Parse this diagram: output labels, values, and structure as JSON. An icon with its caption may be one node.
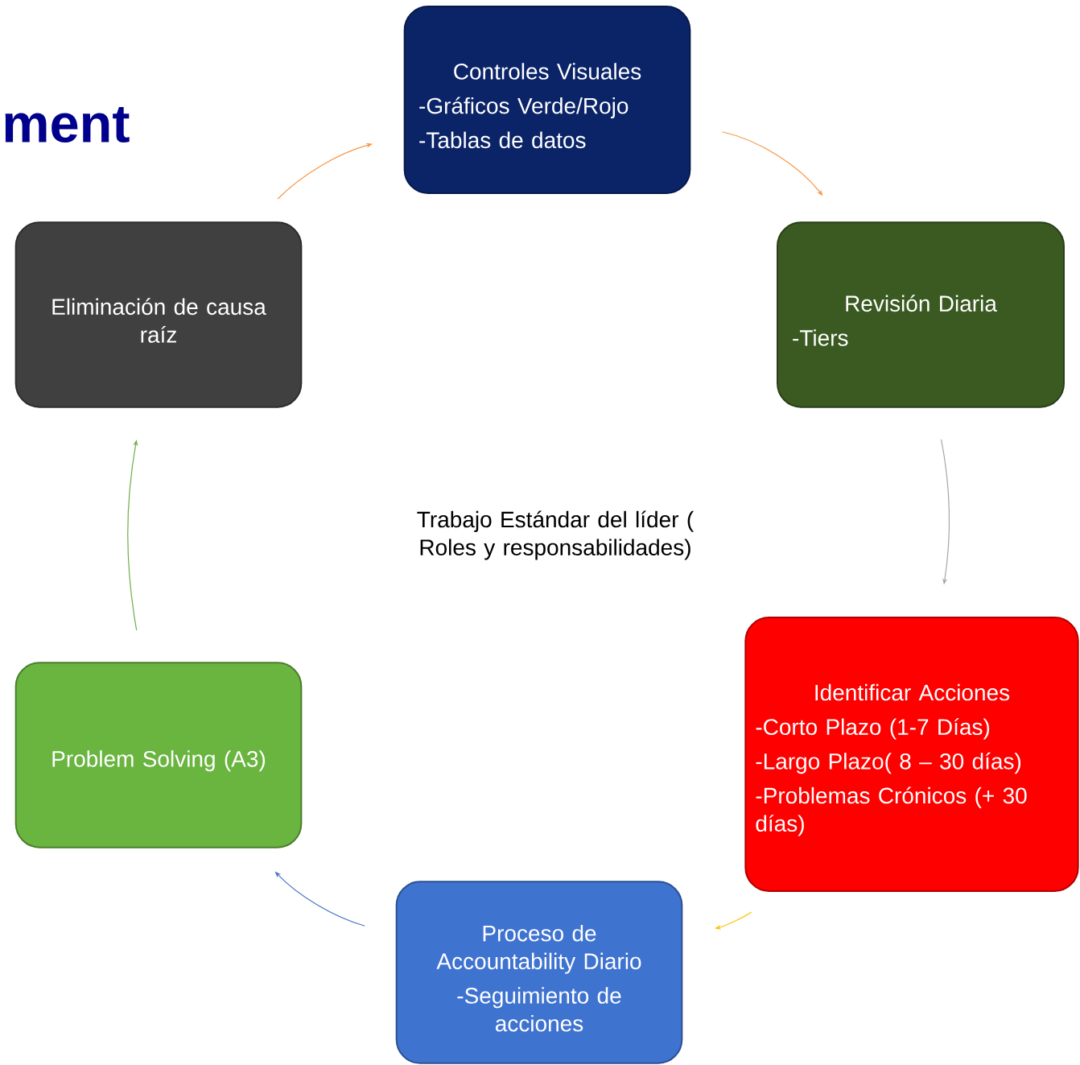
{
  "diagram": {
    "title": "ment",
    "nodes": [
      {
        "text": [
          "Controles Visuales",
          "-Gráficos Verde/Rojo",
          "-Tablas de datos"
        ]
      },
      {
        "text": [
          "Revisión Diaria",
          "-Tiers"
        ]
      },
      {
        "text": [
          "Identificar Acciones",
          "-Corto Plazo (1-7 Días)",
          "-Largo Plazo( 8 – 30 días)",
          "-Problemas Crónicos (+ 30 días)"
        ]
      },
      {
        "text": [
          "Proceso de Accountability Diario",
          "-Seguimiento de acciones"
        ]
      },
      {
        "text": [
          "Problem Solving (A3)"
        ]
      },
      {
        "text": [
          "Eliminación de causa raíz"
        ]
      }
    ],
    "edges": [
      {
        "from": 0,
        "to": 1,
        "arrow": "to",
        "color": "#f79646"
      },
      {
        "from": 1,
        "to": 2,
        "arrow": "to",
        "color": "#a6a6a6"
      },
      {
        "from": 2,
        "to": 3,
        "arrow": "to",
        "color": "#ffc000"
      },
      {
        "from": 3,
        "to": 4,
        "arrow": "to",
        "color": "#4472c4"
      },
      {
        "from": 4,
        "to": 5,
        "arrow": "to",
        "color": "#70ad47"
      },
      {
        "from": 5,
        "to": 0,
        "arrow": "to",
        "color": "#f79646"
      }
    ],
    "labels": [
      "Trabajo Estándar del líder ( Roles y responsabilidades)"
    ]
  }
}
